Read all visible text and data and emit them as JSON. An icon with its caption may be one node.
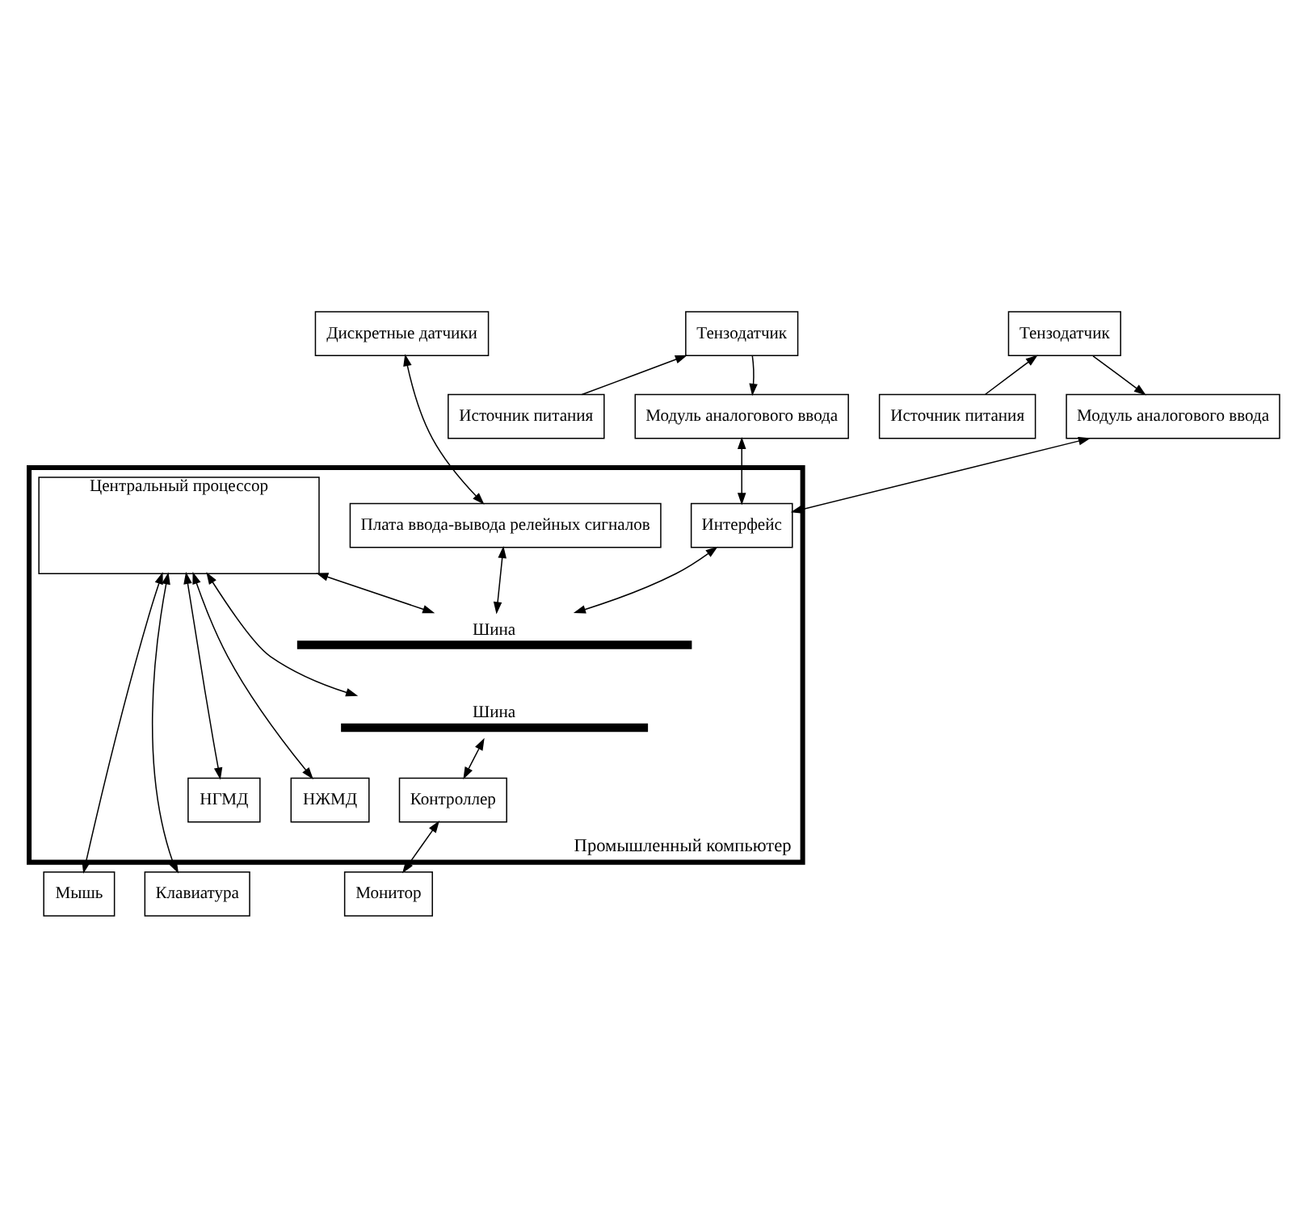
{
  "diagram": {
    "nodes": [
      {
        "text": [
          "Тензодатчик"
        ]
      },
      {
        "text": [
          "Тензодатчик"
        ]
      },
      {
        "text": [
          "Дискретные датчики"
        ]
      },
      {
        "text": [
          "Источник питания"
        ]
      },
      {
        "text": [
          "Модуль аналогового ввода"
        ]
      },
      {
        "text": [
          "Источник питания"
        ]
      },
      {
        "text": [
          "Модуль аналогового ввода"
        ]
      },
      {
        "text": [
          "Промышленный компьютер"
        ]
      },
      {
        "text": [
          "Центральный процессор"
        ],
        "in": 7
      },
      {
        "text": [
          "Интерфейс"
        ],
        "in": 7
      },
      {
        "text": [
          "Плата ввода-вывода релейных сигналов"
        ],
        "in": 7
      },
      {
        "text": [
          "Шина"
        ],
        "in": 7
      },
      {
        "text": [
          "Шина"
        ],
        "in": 7
      },
      {
        "text": [
          "НГМД"
        ],
        "in": 7
      },
      {
        "text": [
          "НЖМД"
        ],
        "in": 7
      },
      {
        "text": [
          "Контроллер"
        ],
        "in": 7
      },
      {
        "text": [
          "Мышь"
        ]
      },
      {
        "text": [
          "Клавиатура"
        ]
      },
      {
        "text": [
          "Монитор"
        ]
      }
    ],
    "edges": [
      {
        "from": 3,
        "to": 0,
        "arrow": "to"
      },
      {
        "from": 0,
        "to": 4,
        "arrow": "to"
      },
      {
        "from": 5,
        "to": 1,
        "arrow": "to"
      },
      {
        "from": 1,
        "to": 6,
        "arrow": "to"
      },
      {
        "from": 2,
        "to": 10,
        "arrow": "both"
      },
      {
        "from": 4,
        "to": 9,
        "arrow": "both"
      },
      {
        "from": 6,
        "to": 9,
        "arrow": "both"
      },
      {
        "from": 8,
        "to": 13,
        "arrow": "both"
      },
      {
        "from": 8,
        "to": 16,
        "arrow": "both"
      },
      {
        "from": 8,
        "to": 14,
        "arrow": "both"
      },
      {
        "from": 8,
        "to": 17,
        "arrow": "both"
      },
      {
        "from": 8,
        "to": 12,
        "arrow": "both"
      },
      {
        "from": 8,
        "to": 11,
        "arrow": "both"
      },
      {
        "from": 9,
        "to": 11,
        "arrow": "both"
      },
      {
        "from": 10,
        "to": 11,
        "arrow": "both"
      },
      {
        "from": 12,
        "to": 15,
        "arrow": "both"
      },
      {
        "from": 15,
        "to": 18,
        "arrow": "both"
      }
    ]
  }
}
